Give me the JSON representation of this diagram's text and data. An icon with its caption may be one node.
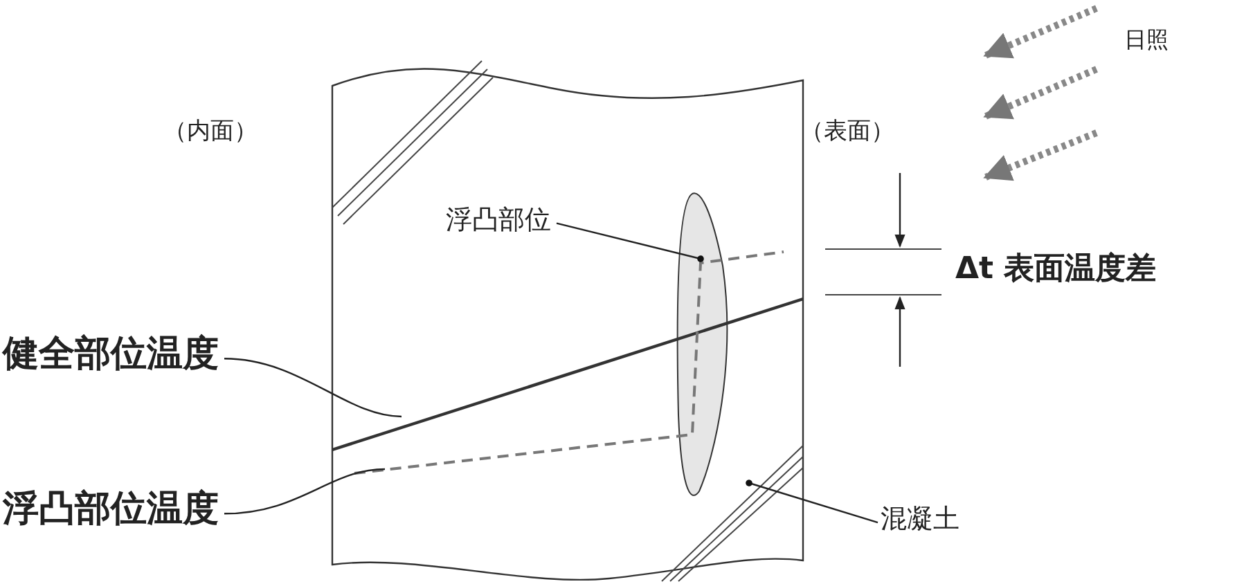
{
  "diagram": {
    "nodes": [
      {
        "text": [],
        "shape": "box"
      },
      {
        "text": [],
        "shape": "ellipse",
        "in": 0
      },
      {
        "text": [],
        "shape": "line",
        "in": 0
      },
      {
        "text": [],
        "shape": "line",
        "in": 0
      },
      {
        "text": [
          "浮凸部位"
        ],
        "in": 0
      },
      {
        "text": [
          "健全部位温度"
        ]
      },
      {
        "text": [
          "浮凸部位温度"
        ]
      },
      {
        "text": [
          "混凝土"
        ]
      }
    ],
    "edges": [
      {
        "from": 4,
        "to": 1,
        "arrow": "other"
      },
      {
        "from": 5,
        "to": 2,
        "arrow": "none"
      },
      {
        "from": 6,
        "to": 3,
        "arrow": "none"
      },
      {
        "from": 7,
        "to": 0,
        "arrow": "other"
      }
    ],
    "labels": [
      "（内面）",
      "（表面）",
      "日照",
      "Δt 表面温度差"
    ]
  }
}
